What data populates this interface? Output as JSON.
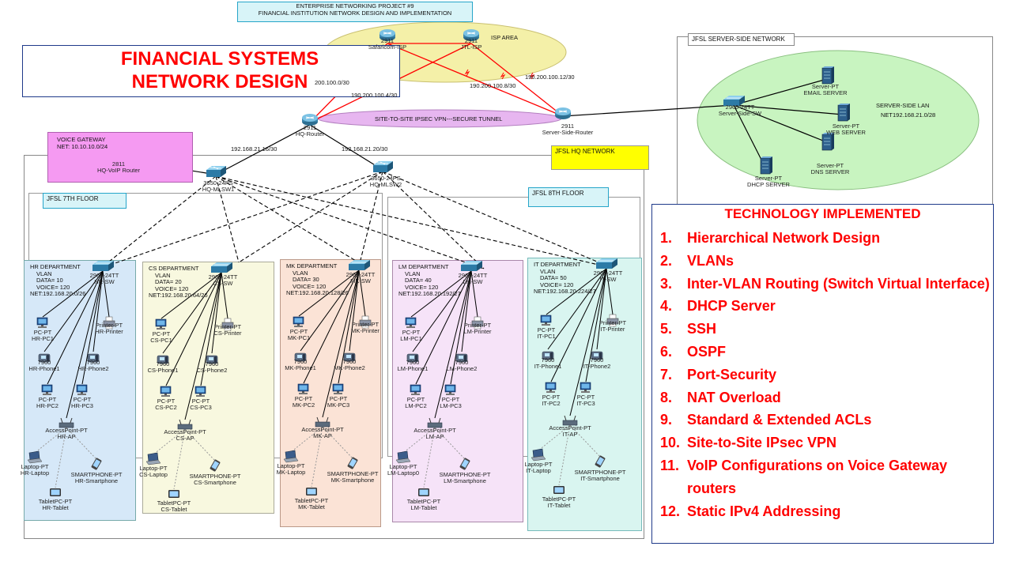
{
  "header": {
    "project_line1": "ENTERPRISE NETWORKING PROJECT #9",
    "project_line2": "FINANCIAL INSTITUTION NETWORK DESIGN AND IMPLEMENTATION",
    "title_line1": "FINANCIAL SYSTEMS",
    "title_line2": "NETWORK DESIGN"
  },
  "isp": {
    "area_label": "ISP AREA",
    "router1_model": "2911",
    "router1_name": "Safaricom-ISP",
    "router2_model": "2911",
    "router2_name": "JTL-ISP"
  },
  "links": {
    "l1": "200.100.0/30",
    "l2": "190.200.100.4/30",
    "l3": "190.200.100.8/30",
    "l4": "190.200.100.12/30",
    "hq_to_mlsw1": "192.168.21.16/30",
    "hq_to_mlsw2": "192.168.21.20/30"
  },
  "core": {
    "hq_router_model": "2911",
    "hq_router_name": "HQ-Router",
    "server_router_model": "2911",
    "server_router_name": "Server-Side-Router",
    "vpn_label": "SITE-TO-SITE IPSEC VPN---SECURE TUNNEL"
  },
  "voice_gateway": {
    "title": "VOICE GATEWAY",
    "net": "NET: 10.10.10.0/24",
    "router_model": "2811",
    "router_name": "HQ-VoIP Router"
  },
  "hq": {
    "label": "JFSL HQ NETWORK",
    "mlsw1_model": "3650-24PS",
    "mlsw1_name": "HQ-MLSW1",
    "mlsw2_model": "3650-24PS",
    "mlsw2_name": "HQ-MLSW2",
    "floor7": "JFSL 7TH FLOOR",
    "floor8": "JFSL 8TH FLOOR"
  },
  "server_side": {
    "label": "JFSL SERVER-SIDE NETWORK",
    "switch_model": "2960-24TT",
    "switch_name": "Server-Side-SW",
    "lan_title": "SERVER-SIDE LAN",
    "lan_net": "NET192.168.21.0/28",
    "email_type": "Server-PT",
    "email_name": "EMAIL SERVER",
    "web_type": "Server-PT",
    "web_name": "WEB SERVER",
    "dns_type": "Server-PT",
    "dns_name": "DNS SERVER",
    "dhcp_type": "Server-PT",
    "dhcp_name": "DHCP SERVER"
  },
  "departments": [
    {
      "title": "HR DEPARTMENT",
      "vlan": "VLAN",
      "data": "DATA= 10",
      "voice": "VOICE= 120",
      "net": "NET:192.168.20.0/26",
      "sw_model": "2960-24TT",
      "sw_name": "HR-SW",
      "pc1": "HR-PC1",
      "printer": "HR-Printer",
      "phone1": "HR-Phone1",
      "phone2": "HR-Phone2",
      "pc2": "HR-PC2",
      "pc3": "HR-PC3",
      "ap": "HR-AP",
      "laptop": "HR-Laptop",
      "smartphone": "HR-Smartphone",
      "tablet": "HR-Tablet"
    },
    {
      "title": "CS DEPARTMENT",
      "vlan": "VLAN",
      "data": "DATA= 20",
      "voice": "VOICE= 120",
      "net": "NET:192.168.20.64/26",
      "sw_model": "2960-24TT",
      "sw_name": "CS-SW",
      "pc1": "CS-PC1",
      "printer": "CS-Printer",
      "phone1": "CS-Phone1",
      "phone2": "CS-Phone2",
      "pc2": "CS-PC2",
      "pc3": "CS-PC3",
      "ap": "CS-AP",
      "laptop": "CS-Laptop",
      "smartphone": "CS-Smartphone",
      "tablet": "CS-Tablet"
    },
    {
      "title": "MK DEPARTMENT",
      "vlan": "VLAN",
      "data": "DATA= 30",
      "voice": "VOICE= 120",
      "net": "NET:192.168.20.128/26",
      "sw_model": "2960-24TT",
      "sw_name": "MK-SW",
      "pc1": "MK-PC1",
      "printer": "MK-Printer",
      "phone1": "MK-Phone1",
      "phone2": "MK-Phone2",
      "pc2": "MK-PC2",
      "pc3": "MK-PC3",
      "ap": "MK-AP",
      "laptop": "MK-Laptop",
      "smartphone": "MK-Smartphone",
      "tablet": "MK-Tablet"
    },
    {
      "title": "LM DEPARTMENT",
      "vlan": "VLAN",
      "data": "DATA= 40",
      "voice": "VOICE= 120",
      "net": "NET:192.168.20.192/27",
      "sw_model": "2960-24TT",
      "sw_name": "LM-SW",
      "pc1": "LM-PC1",
      "printer": "LM-Printer",
      "phone1": "LM-Phone1",
      "phone2": "LM-Phone2",
      "pc2": "LM-PC2",
      "pc3": "LM-PC3",
      "ap": "LM-AP",
      "laptop": "LM-Laptop0",
      "smartphone": "LM-Smartphone",
      "tablet": "LM-Tablet"
    },
    {
      "title": "IT DEPARTMENT",
      "vlan": "VLAN",
      "data": "DATA= 50",
      "voice": "VOICE= 120",
      "net": "NET:192.168.20.224/27",
      "sw_model": "2960-24TT",
      "sw_name": "IT-SW",
      "pc1": "IT-PC1",
      "printer": "IT-Printer",
      "phone1": "IT-Phone1",
      "phone2": "IT-Phone2",
      "pc2": "IT-PC2",
      "pc3": "IT-PC3",
      "ap": "IT-AP",
      "laptop": "IT-Laptop",
      "smartphone": "IT-Smartphone",
      "tablet": "IT-Tablet"
    }
  ],
  "device_types": {
    "pc": "PC-PT",
    "printer": "Printer-PT",
    "phone": "7960",
    "ap": "AccessPoint-PT",
    "laptop": "Laptop-PT",
    "smartphone": "SMARTPHONE-PT",
    "tablet": "TabletPC-PT"
  },
  "technology": {
    "title": "TECHNOLOGY IMPLEMENTED",
    "items": [
      {
        "num": "1.",
        "text": "Hierarchical Network Design"
      },
      {
        "num": "2.",
        "text": "VLANs"
      },
      {
        "num": "3.",
        "text": "Inter-VLAN Routing (Switch Virtual Interface)"
      },
      {
        "num": "4.",
        "text": "DHCP Server"
      },
      {
        "num": "5.",
        "text": "SSH"
      },
      {
        "num": "6.",
        "text": "OSPF"
      },
      {
        "num": "7.",
        "text": "Port-Security"
      },
      {
        "num": "8.",
        "text": "NAT Overload"
      },
      {
        "num": "9.",
        "text": "Standard & Extended ACLs"
      },
      {
        "num": "10.",
        "text": "Site-to-Site IPsec VPN"
      },
      {
        "num": "11.",
        "text": "VoIP Configurations on Voice Gateway routers"
      },
      {
        "num": "12.",
        "text": "Static IPv4 Addressing"
      }
    ]
  },
  "colors": {
    "wan_link": "#ff0000",
    "lan_link": "#000000",
    "isp_area": "#f4f0a8",
    "vpn_tunnel": "#e7b6f0",
    "voice_gateway_bg": "#f59af2",
    "hq_label_bg": "#ffff00",
    "floor_label_bg": "#d8f4f8",
    "hr_bg": "#d6e8f8",
    "cs_bg": "#f8f8df",
    "mk_bg": "#fbe3d6",
    "lm_bg": "#f6e3f8",
    "it_bg": "#d9f5f0",
    "server_lan_bg": "#c8f4c0",
    "title_red": "#ff0000"
  }
}
